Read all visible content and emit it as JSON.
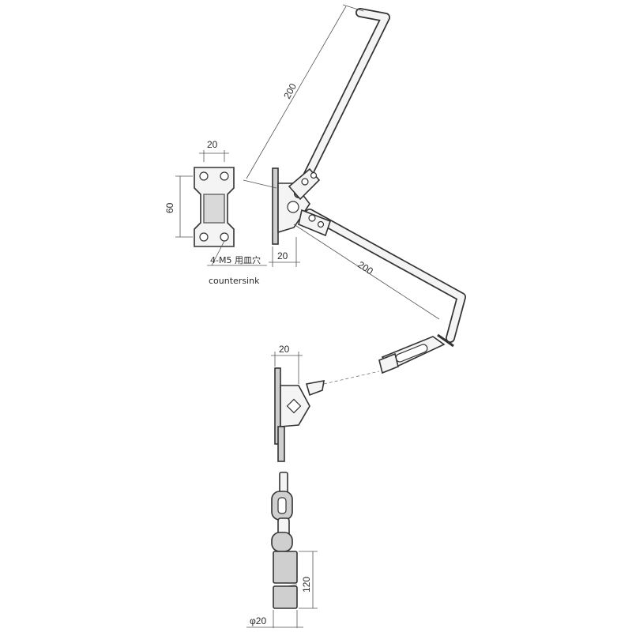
{
  "dimensions": {
    "plate_width": "20",
    "plate_height": "60",
    "upper_arm_length": "200",
    "lower_arm_length": "200",
    "bracket_depth": "20",
    "lower_bracket_depth": "20",
    "chain_segment_length": "120",
    "pin_diameter": "φ20"
  },
  "notes": {
    "hole_spec": "4-M5",
    "hole_spec_jp": "用皿穴",
    "hole_spec_en": "countersink"
  },
  "colors": {
    "line": "#333333",
    "shade": "#cfcfcf",
    "dimension": "#555555"
  }
}
